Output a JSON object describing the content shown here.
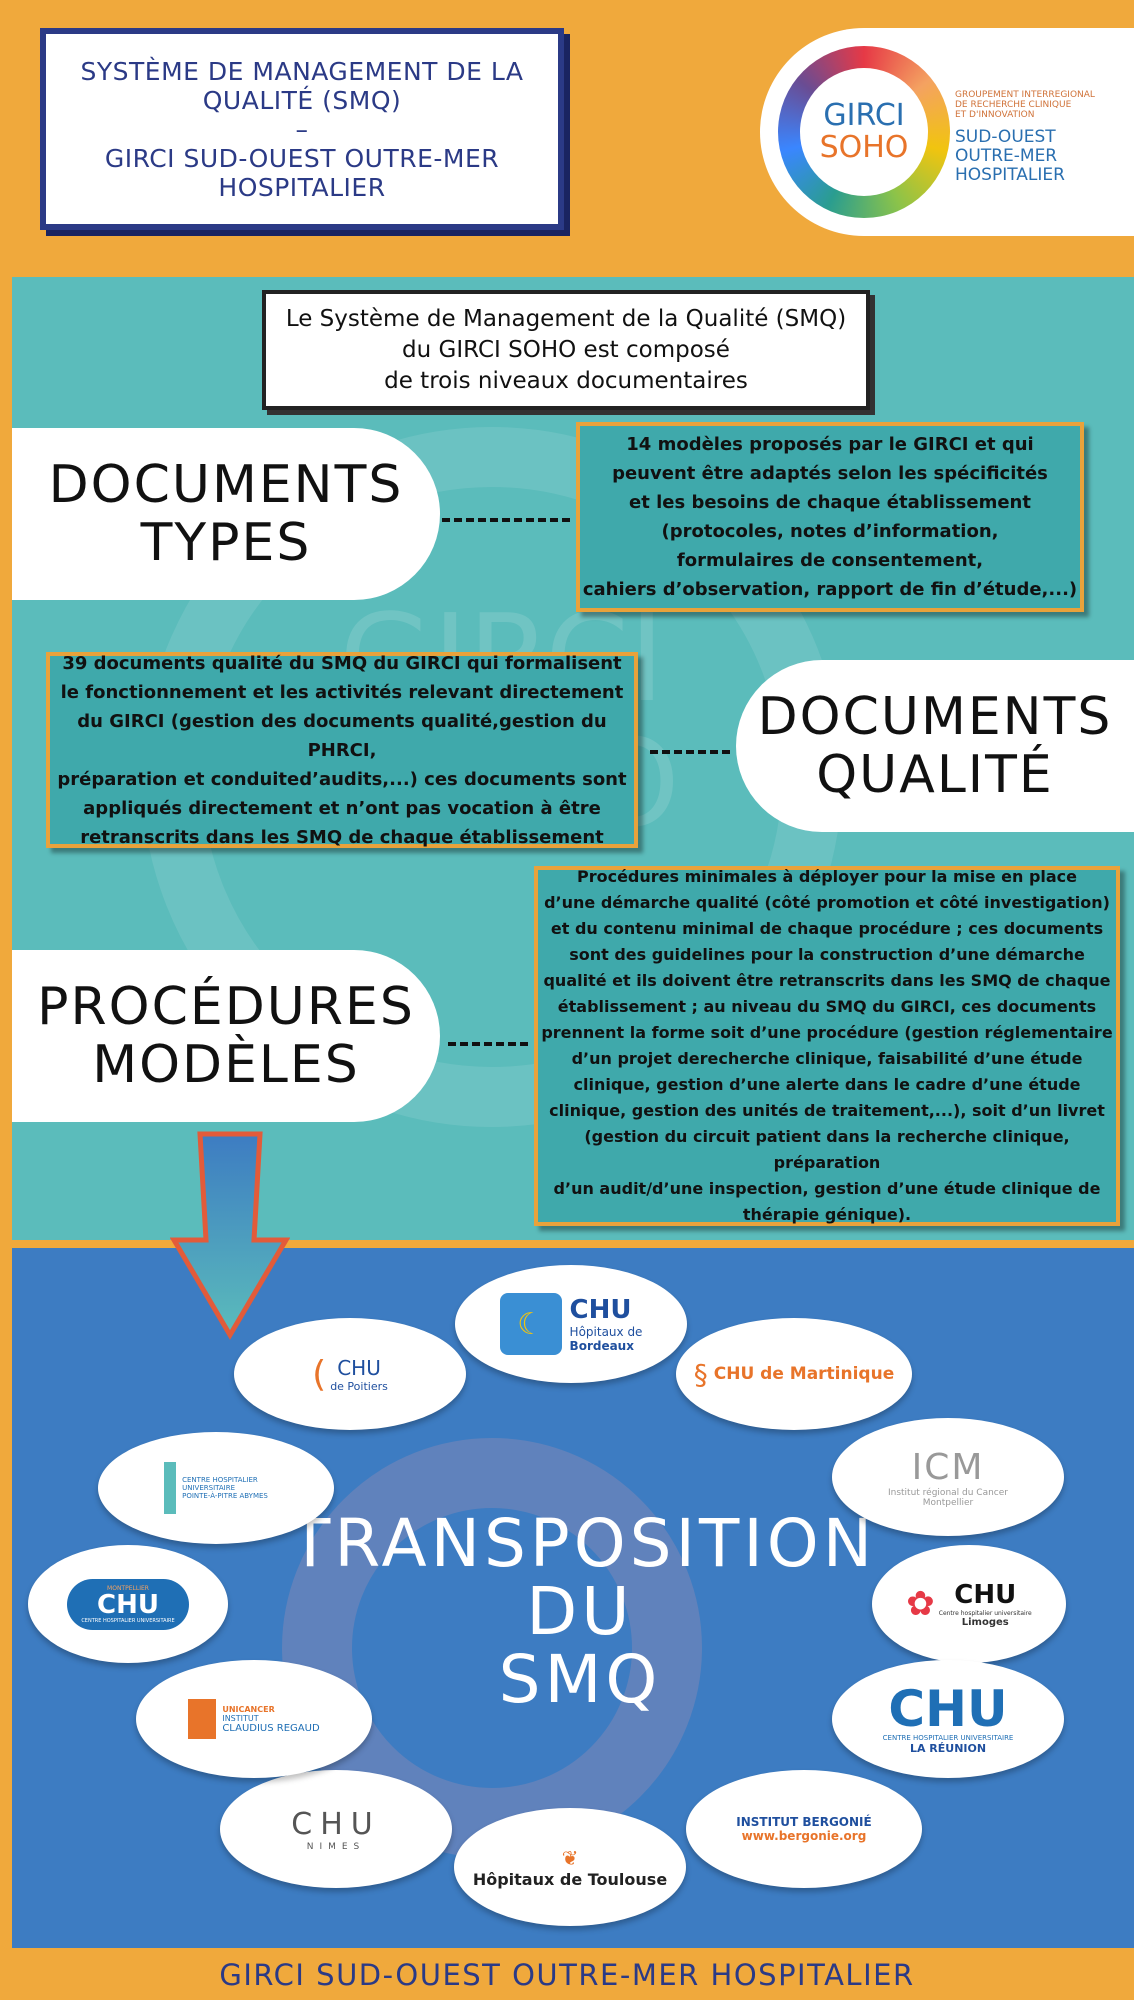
{
  "header": {
    "title_lines": [
      "SYSTÈME DE MANAGEMENT DE LA",
      "QUALITÉ (SMQ)",
      "–",
      "GIRCI SUD-OUEST OUTRE-MER",
      "HOSPITALIER"
    ],
    "logo": {
      "ring_text_1": "GIRCI",
      "ring_text_2": "SOHO",
      "sub_lines": [
        "GROUPEMENT INTERREGIONAL",
        "DE RECHERCHE CLINIQUE",
        "ET D'INNOVATION"
      ],
      "big_lines": [
        "SUD-OUEST",
        "OUTRE-MER",
        "HOSPITALIER"
      ]
    }
  },
  "intro_lines": [
    "Le Système de Management de la Qualité (SMQ)",
    "du GIRCI SOHO est composé",
    "de trois niveaux documentaires"
  ],
  "levels": [
    {
      "title_lines": [
        "DOCUMENTS",
        "TYPES"
      ],
      "text_lines": [
        "14 modèles proposés par le GIRCI et qui",
        "peuvent être adaptés selon les spécificités",
        "et les besoins de chaque établissement",
        "(protocoles, notes d’information,",
        "formulaires de consentement,",
        "cahiers d’observation, rapport de fin d’étude,...)"
      ]
    },
    {
      "title_lines": [
        "DOCUMENTS",
        "QUALITÉ"
      ],
      "text_lines": [
        "39 documents qualité du SMQ du GIRCI qui formalisent",
        "le fonctionnement et les activités relevant directement",
        "du GIRCI (gestion des documents qualité,gestion du PHRCI,",
        "préparation et conduited’audits,...) ces documents sont",
        "appliqués directement et n’ont pas vocation à être",
        "retranscrits dans les SMQ de chaque établissement"
      ]
    },
    {
      "title_lines": [
        "PROCÉDURES",
        "MODÈLES"
      ],
      "text_lines": [
        "Procédures minimales à déployer pour la mise en place",
        "d’une démarche qualité (côté promotion et côté investigation)",
        "et du contenu minimal de chaque procédure ; ces documents",
        "sont des guidelines pour la construction d’une démarche",
        "qualité et ils doivent être retranscrits dans les SMQ de chaque",
        "établissement ; au niveau du SMQ du GIRCI, ces documents",
        "prennent la forme soit d’une procédure (gestion réglementaire",
        "d’un projet derecherche clinique, faisabilité d’une étude",
        "clinique, gestion d’une alerte  dans le cadre d’une étude",
        "clinique, gestion des unités de traitement,...),  soit d’un livret",
        "(gestion du circuit patient dans la recherche clinique, préparation",
        "d’un audit/d’une inspection, gestion d’une étude clinique de",
        "thérapie génique)."
      ]
    }
  ],
  "transposition_lines": [
    "TRANSPOSITION",
    "DU",
    "SMQ"
  ],
  "establishments": [
    {
      "name": "CHU Hôpitaux de Bordeaux",
      "line1": "CHU",
      "line2": "Hôpitaux de",
      "line3": "Bordeaux"
    },
    {
      "name": "CHU de Martinique",
      "line1": "CHU de Martinique"
    },
    {
      "name": "ICM",
      "line1": "ICM",
      "line2": "Institut régional du Cancer",
      "line3": "Montpellier"
    },
    {
      "name": "CHU Limoges",
      "line1": "CHU",
      "line2": "Centre hospitalier universitaire",
      "line3": "Limoges"
    },
    {
      "name": "CHU La Réunion",
      "line1": "CHU",
      "line2": "CENTRE HOSPITALIER UNIVERSITAIRE",
      "line3": "LA RÉUNION"
    },
    {
      "name": "Institut Bergonié",
      "line1": "INSTITUT BERGONIÉ",
      "line2": "www.bergonie.org"
    },
    {
      "name": "Hôpitaux de Toulouse",
      "line1": "Hôpitaux de Toulouse"
    },
    {
      "name": "CHU Nîmes",
      "line1": "CHU",
      "line2": "NIMES"
    },
    {
      "name": "Institut Claudius Regaud",
      "line1": "UNICANCER",
      "line2": "INSTITUT",
      "line3": "CLAUDIUS REGAUD"
    },
    {
      "name": "CHU Montpellier",
      "line1": "MONTPELLIER",
      "line2": "CHU",
      "line3": "CENTRE HOSPITALIER UNIVERSITAIRE"
    },
    {
      "name": "Centre Hospitalier Universitaire Pointe-à-Pitre",
      "line1": "CENTRE HOSPITALIER",
      "line2": "UNIVERSITAIRE",
      "line3": "POINTE-À-PITRE ABYMES"
    },
    {
      "name": "CHU de Poitiers",
      "line1": "CHU",
      "line2": "de Poitiers"
    }
  ],
  "footer": "GIRCI SUD-OUEST OUTRE-MER HOSPITALIER",
  "colors": {
    "orange": "#f0a93c",
    "teal": "#5bbcbb",
    "blue": "#3d7cc2",
    "navy": "#2b3a86"
  }
}
